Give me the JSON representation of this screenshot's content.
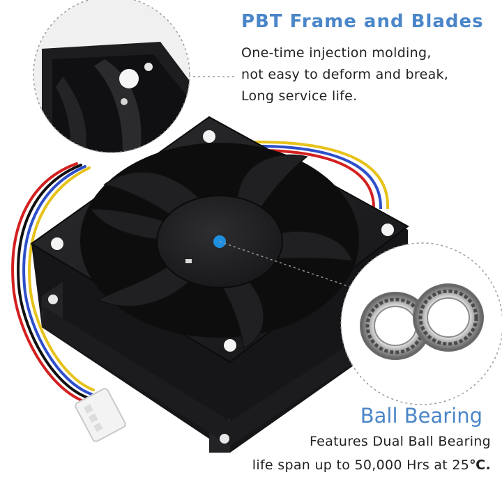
{
  "colors": {
    "accent": "#4a86c8",
    "text": "#222222",
    "fan_body": "#1b1b1d",
    "hub_dot": "#1f8fe0",
    "wire_red": "#d32020",
    "wire_yellow": "#e6c21a",
    "wire_blue": "#2e4fc9",
    "wire_black": "#111111"
  },
  "features": {
    "frame": {
      "title": "PBT Frame and Blades",
      "lines": [
        "One-time injection molding,",
        "not easy to deform and break,",
        "Long service life."
      ]
    },
    "bearing": {
      "title": "Ball Bearing",
      "lines": [
        "Features Dual Ball Bearing",
        "life span up to 50,000 Hrs at 25"
      ],
      "unit": "℃."
    }
  },
  "image": {
    "subject": "fan-photo",
    "callouts": [
      "frame-closeup",
      "bearing-closeup"
    ]
  }
}
